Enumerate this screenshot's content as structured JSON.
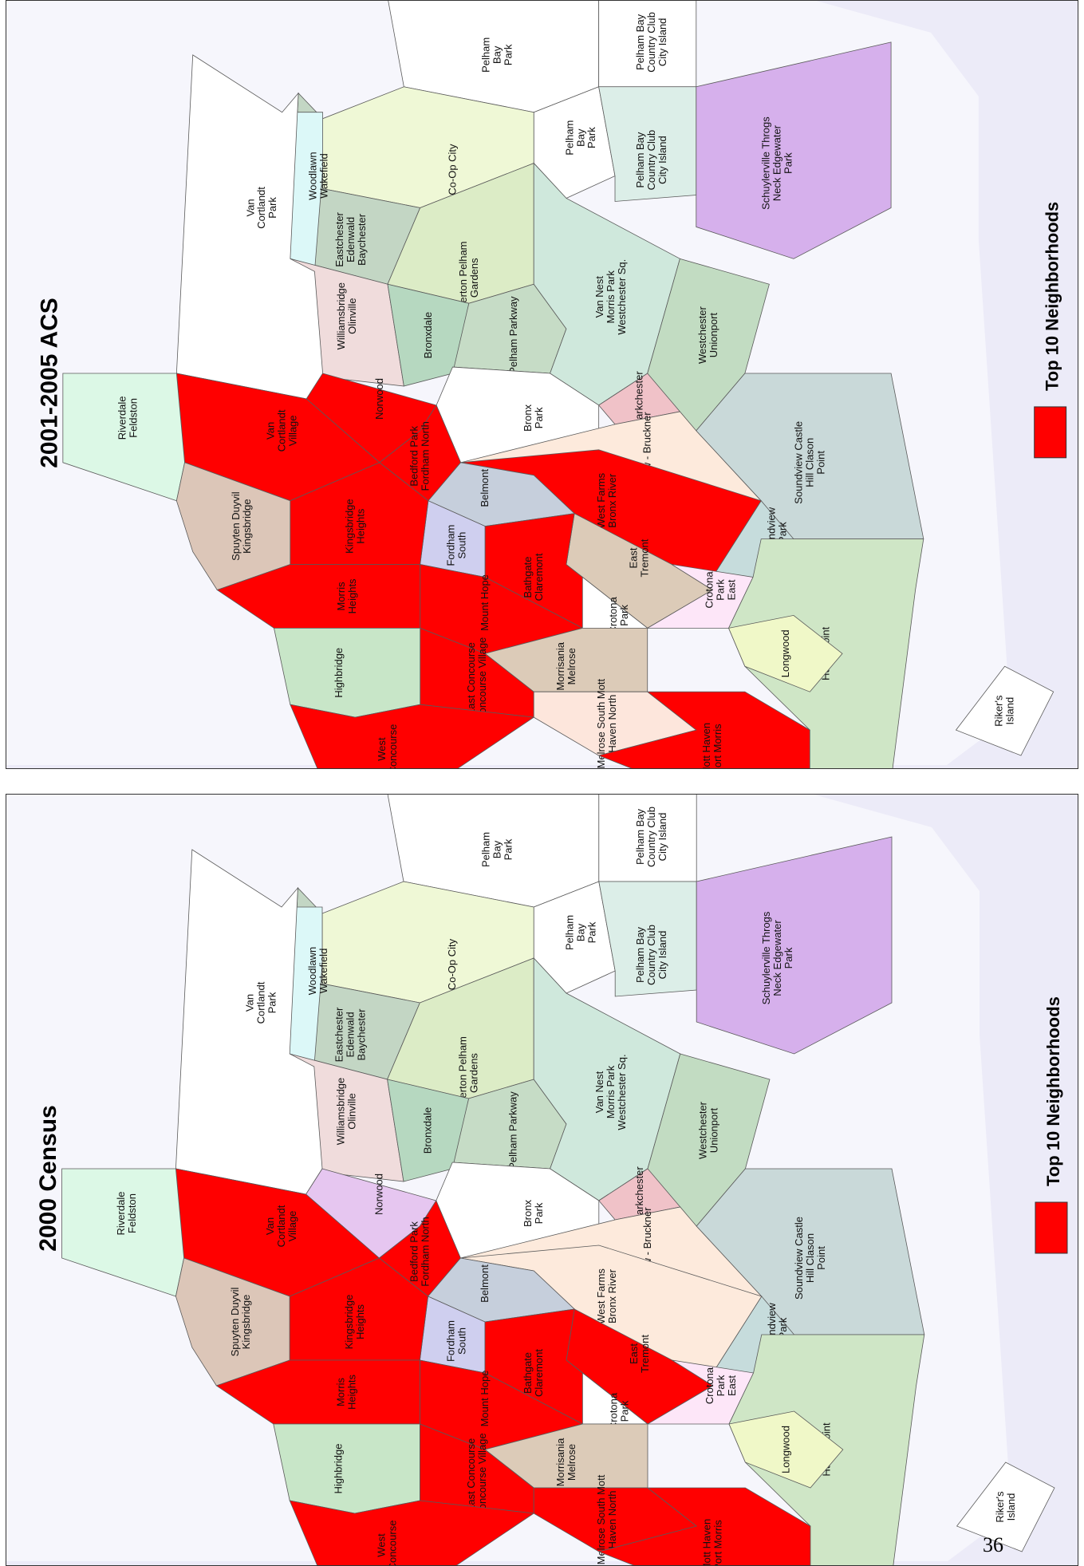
{
  "page_number": "36",
  "colors": {
    "top10": "#ff0000",
    "water": "#ecebf8",
    "land": "#ffffff",
    "outline": "#5a5a5a"
  },
  "maps": [
    {
      "id": "acs",
      "title": "2001-2005 ACS",
      "legend_label": "Top 10 Neighborhoods",
      "top10": [
        "Norwood",
        "Bedford Park Fordham North",
        "Van Cortlandt Village",
        "Kingsbridge Heights",
        "Morris Heights",
        "Mount Hope",
        "Bathgate Claremont",
        "East Concourse Concourse Village",
        "West Concourse",
        "Mott Haven Port Morris",
        "West Farms Bronx River"
      ]
    },
    {
      "id": "census",
      "title": "2000 Census",
      "legend_label": "Top 10 Neighborhoods",
      "top10": [
        "Bedford Park Fordham North",
        "Van Cortlandt Village",
        "Kingsbridge Heights",
        "Morris Heights",
        "Mount Hope",
        "Bathgate Claremont",
        "East Tremont",
        "East Concourse Concourse Village",
        "West Concourse",
        "Melrose South Mott Haven North",
        "Mott Haven Port Morris"
      ]
    }
  ],
  "neighborhoods": [
    {
      "id": "pelham-bay-park-n",
      "label": "Pelham Bay Park",
      "color": "#ffffff"
    },
    {
      "id": "pelham-bay-cc-n",
      "label": "Pelham Bay Country Club City Island",
      "color": "#ffffff"
    },
    {
      "id": "pelham-bay-park",
      "label": "Pelham Bay Park",
      "color": "#ffffff"
    },
    {
      "id": "pelham-bay-cc",
      "label": "Pelham Bay Country Club City Island",
      "color": "#dceee8"
    },
    {
      "id": "schuylerville",
      "label": "Schuylerville Throgs Neck Edgewater Park",
      "color": "#d6b0ec"
    },
    {
      "id": "co-op-city",
      "label": "Co-Op City",
      "color": "#eff8d6"
    },
    {
      "id": "eastchester",
      "label": "Eastchester Edenwald Baychester",
      "color": "#c3d6c4"
    },
    {
      "id": "allerton",
      "label": "Allerton Pelham Gardens",
      "color": "#dcecc6"
    },
    {
      "id": "pelham-parkway",
      "label": "Pelham Parkway",
      "color": "#c6dcc6"
    },
    {
      "id": "van-nest",
      "label": "Van Nest Morris Park Westchester Sq.",
      "color": "#cfe8dc"
    },
    {
      "id": "westchester",
      "label": "Westchester Unionport",
      "color": "#c2dcc2"
    },
    {
      "id": "parkchester",
      "label": "Parkchester",
      "color": "#f0c2c8"
    },
    {
      "id": "woodlawn",
      "label": "Woodlawn Wakefield",
      "color": "#dcf8f8"
    },
    {
      "id": "williamsbridge",
      "label": "Williamsbridge Olinville",
      "color": "#f0dcdc"
    },
    {
      "id": "bronxdale",
      "label": "Bronxdale",
      "color": "#b6d8c0"
    },
    {
      "id": "bronx-park",
      "label": "Bronx Park",
      "color": "#ffffff"
    },
    {
      "id": "soundview-bruckner",
      "label": "Soundview - Bruckner",
      "color": "#fdeadc"
    },
    {
      "id": "soundview-castle",
      "label": "Soundview Castle Hill Clason Point",
      "color": "#c9d9d9"
    },
    {
      "id": "soundview-park",
      "label": "Soundview Park",
      "color": "#c6dcdc"
    },
    {
      "id": "west-farms",
      "label": "West Farms Bronx River",
      "color": "#fdeadc"
    },
    {
      "id": "van-cortlandt-park",
      "label": "Van Cortlandt Park",
      "color": "#ffffff"
    },
    {
      "id": "norwood",
      "label": "Norwood",
      "color": "#e6c6f0"
    },
    {
      "id": "bedford-park",
      "label": "Bedford Park Fordham North",
      "color": "#e6c6f0"
    },
    {
      "id": "van-cortlandt-village",
      "label": "Van Cortlandt Village",
      "color": "#e6c6f0"
    },
    {
      "id": "belmont",
      "label": "Belmont",
      "color": "#c6cfdc"
    },
    {
      "id": "east-tremont",
      "label": "East Tremont",
      "color": "#dccbb8"
    },
    {
      "id": "fordham-south",
      "label": "Fordham South",
      "color": "#cfcfef"
    },
    {
      "id": "bathgate",
      "label": "Bathgate Claremont",
      "color": "#f8f6c8"
    },
    {
      "id": "crotona-park",
      "label": "Crotona Park",
      "color": "#ffffff"
    },
    {
      "id": "crotona-park-east",
      "label": "Crotona Park East",
      "color": "#fde6f8"
    },
    {
      "id": "hunts-point",
      "label": "Hunts Point",
      "color": "#cfe6c6"
    },
    {
      "id": "longwood",
      "label": "Longwood",
      "color": "#f0f8c8"
    },
    {
      "id": "riverdale",
      "label": "Riverdale Feldston",
      "color": "#dcf8e6"
    },
    {
      "id": "spuyten-duyvil",
      "label": "Spuyten Duyvil Kingsbridge",
      "color": "#dcc6b8"
    },
    {
      "id": "kingsbridge-heights",
      "label": "Kingsbridge Heights",
      "color": "#e6c6f0"
    },
    {
      "id": "mount-hope",
      "label": "Mount Hope",
      "color": "#e6c6f0"
    },
    {
      "id": "morris-heights",
      "label": "Morris Heights",
      "color": "#e6c6f0"
    },
    {
      "id": "morrisania",
      "label": "Morrisania Melrose",
      "color": "#dccbb8"
    },
    {
      "id": "east-concourse",
      "label": "East Concourse Concourse Village",
      "color": "#e6c6f0"
    },
    {
      "id": "melrose-south",
      "label": "Melrose South Mott Haven North",
      "color": "#fde6dc"
    },
    {
      "id": "mott-haven",
      "label": "Mott Haven Port Morris",
      "color": "#e6c6f0"
    },
    {
      "id": "highbridge",
      "label": "Highbridge",
      "color": "#c8e6c8"
    },
    {
      "id": "west-concourse",
      "label": "West Concourse",
      "color": "#e6c6f0"
    },
    {
      "id": "rikers",
      "label": "Riker's Island",
      "color": "#ffffff"
    }
  ]
}
